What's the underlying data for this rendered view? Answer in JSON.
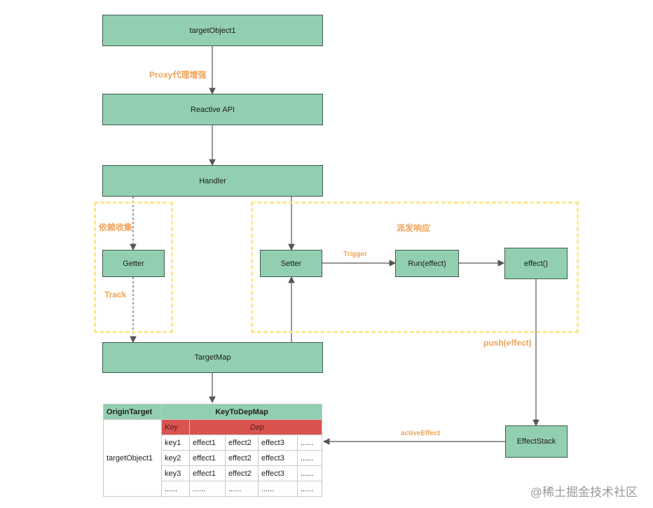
{
  "nodes": {
    "target_object": "targetObject1",
    "reactive_api": "Reactive API",
    "handler": "Handler",
    "getter": "Getter",
    "setter": "Setter",
    "run_effect": "Run(effect)",
    "effect_fn": "effect()",
    "target_map": "TargetMap",
    "effect_stack": "EffectStack"
  },
  "labels": {
    "proxy": "Proxy代理增强",
    "dependency_collection": "依赖收集",
    "track": "Track",
    "dispatch_response": "派发响应",
    "trigger": "Trigger",
    "push_effect": "push(effect)",
    "active_effect": "activeEffect"
  },
  "table": {
    "header_origin": "OriginTarget",
    "header_map": "KeyToDepMap",
    "sub_key": "Key",
    "sub_dep": "Dep",
    "origin_value": "targetObject1",
    "rows": [
      [
        "key1",
        "effect1",
        "effect2",
        "effect3",
        "......"
      ],
      [
        "key2",
        "effect1",
        "effect2",
        "effect3",
        "......"
      ],
      [
        "key3",
        "effect1",
        "effect2",
        "effect3",
        "......"
      ],
      [
        "......",
        "......",
        "......",
        "......",
        "......"
      ]
    ]
  },
  "colors": {
    "node_fill": "#92cfb0",
    "node_border": "#3f5b4d",
    "label_orange": "#f0a35a",
    "zone_dash": "#fbe891",
    "dep_red": "#d9534f"
  },
  "watermark": "@稀土掘金技术社区"
}
